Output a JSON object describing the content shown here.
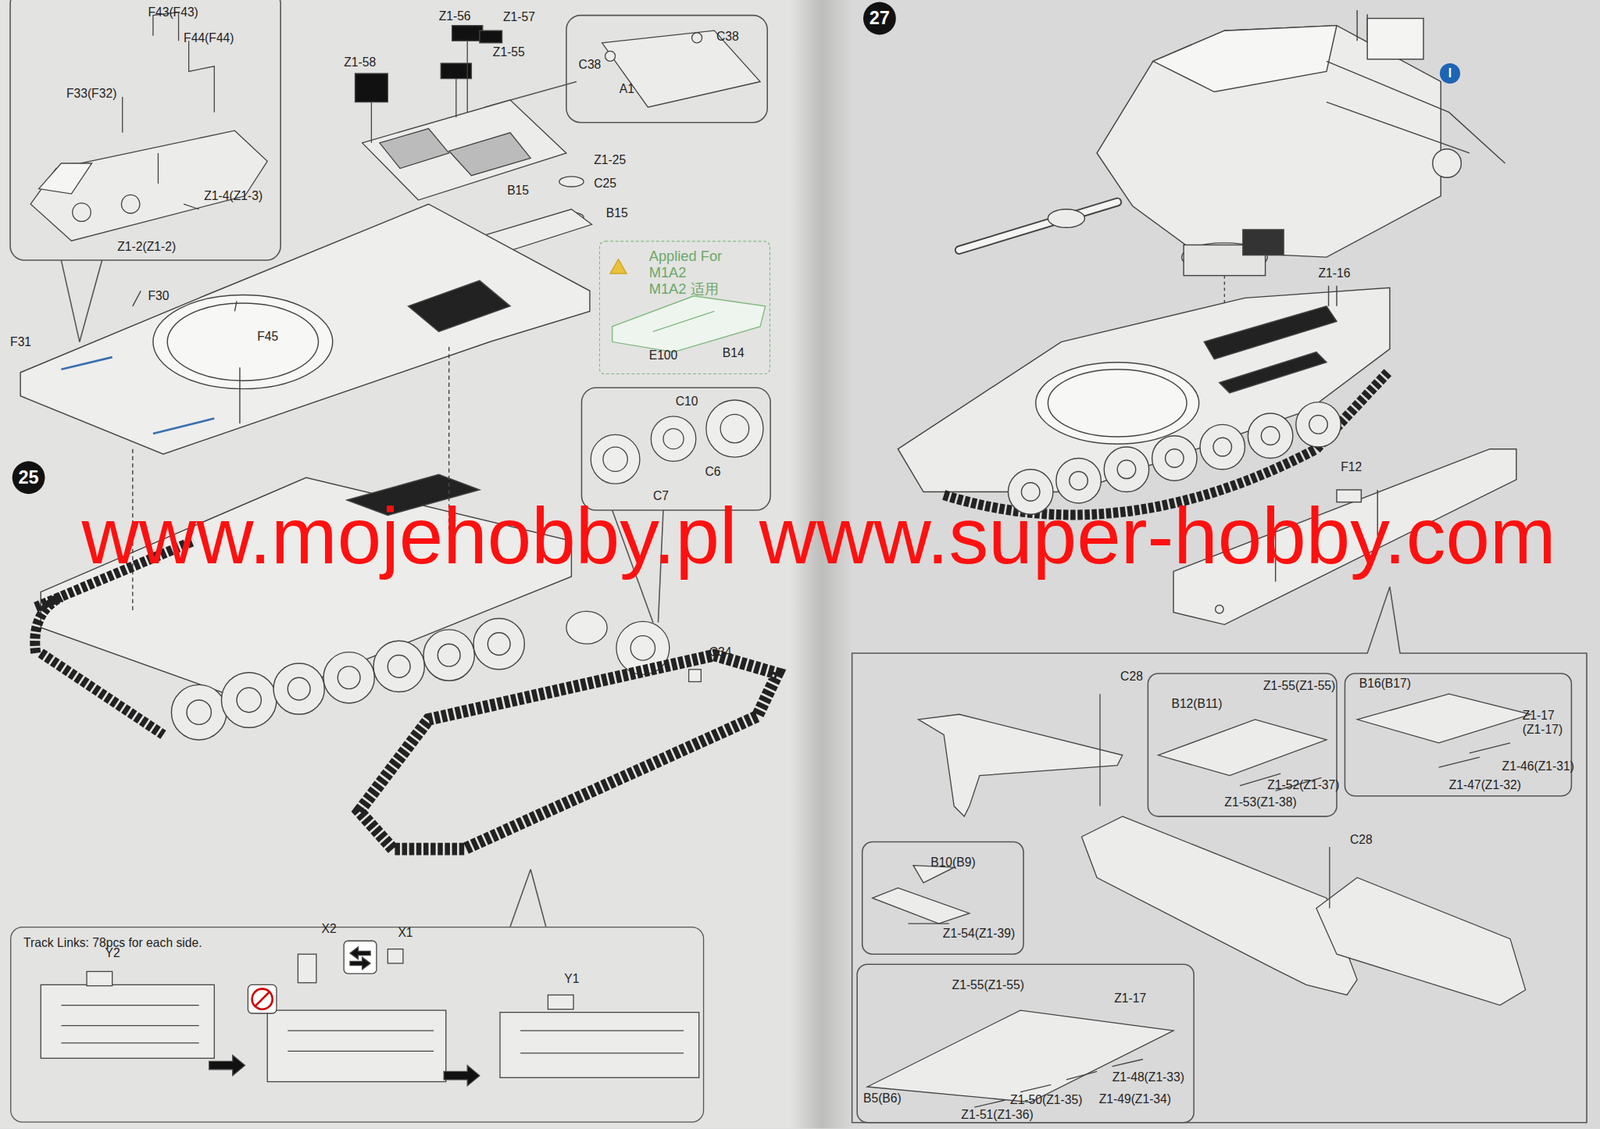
{
  "diagram": {
    "nodes": [
      {
        "text": [
          "25"
        ]
      },
      {
        "text": [
          "27"
        ]
      },
      {
        "text": [
          "Applied For M1A2",
          "M1A2 适用"
        ]
      },
      {
        "text": [
          "Track Links: 78pcs for each side."
        ]
      },
      {
        "text": [
          "I"
        ]
      }
    ],
    "labels": [
      "F43(F43)",
      "Z1-56",
      "Z1-57",
      "C38",
      "F44(F44)",
      "Z1-55",
      "Z1-58",
      "C38",
      "A1",
      "F33(F32)",
      "Z1-25",
      "C25",
      "B15",
      "Z1-4(Z1-3)",
      "B15",
      "Z1-2(Z1-2)",
      "F30",
      "F45",
      "F31",
      "B14",
      "E100",
      "C10",
      "C6",
      "C7",
      "www.mojehobby.pl www.super-hobby.com",
      "C34",
      "X2",
      "X1",
      "Y2",
      "Y1",
      "Z1-16",
      "F12",
      "B16(B17)",
      "Z1-55(Z1-55)",
      "C28",
      "B12(B11)",
      "Z1-17 (Z1-17)",
      "Z1-46(Z1-31)",
      "Z1-52(Z1-37)",
      "Z1-47(Z1-32)",
      "Z1-53(Z1-38)",
      "C28",
      "B10(B9)",
      "Z1-54(Z1-39)",
      "Z1-55(Z1-55)",
      "Z1-17",
      "Z1-48(Z1-33)",
      "B5(B6)",
      "Z1-50(Z1-35)",
      "Z1-49(Z1-34)",
      "Z1-51(Z1-36)"
    ]
  }
}
